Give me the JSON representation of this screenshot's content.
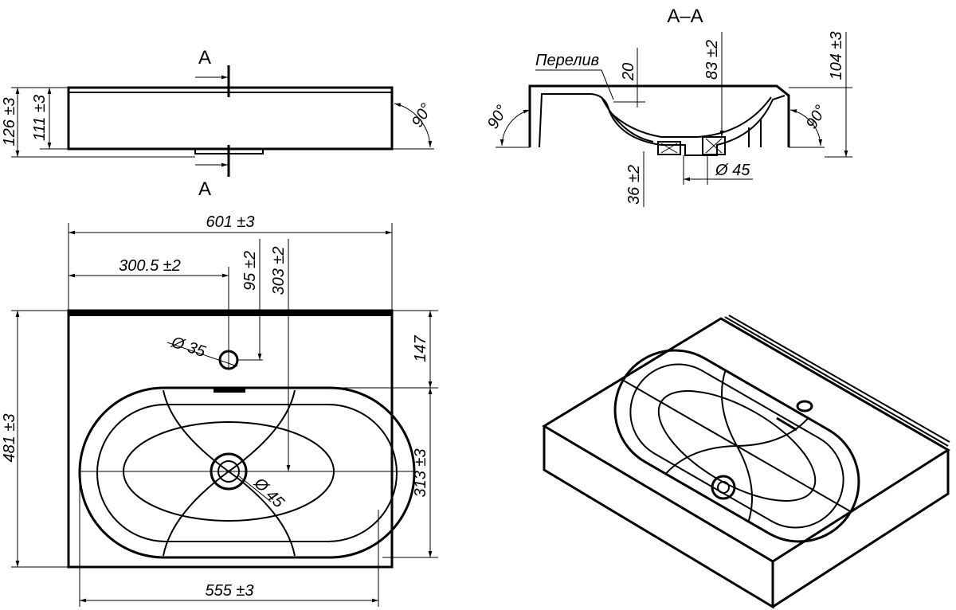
{
  "side_view": {
    "section_mark_top": "A",
    "section_mark_bottom": "A",
    "dim_total_height": "126 ±3",
    "dim_body_height": "111 ±3",
    "angle": "90°"
  },
  "section_view": {
    "title": "A–A",
    "overflow_label": "Перелив",
    "dim_overflow": "20",
    "dim_bowl_depth": "83 ±2",
    "dim_height": "104 ±3",
    "dim_drain_height": "36 ±2",
    "dim_drain_diameter": "Ø 45",
    "angle_left": "90°",
    "angle_right": "90°"
  },
  "plan_view": {
    "dim_width": "601 ±3",
    "dim_half_width": "300.5 ±2",
    "dim_hole_offset": "95 ±2",
    "dim_drain_offset": "303 ±2",
    "dim_hole_diameter": "Ø 35",
    "dim_front_to_bowl": "147",
    "dim_depth": "481 ±3",
    "dim_bowl_depth": "313 ±3",
    "dim_bowl_width": "555 ±3",
    "dim_drain_diameter": "Ø 45"
  }
}
